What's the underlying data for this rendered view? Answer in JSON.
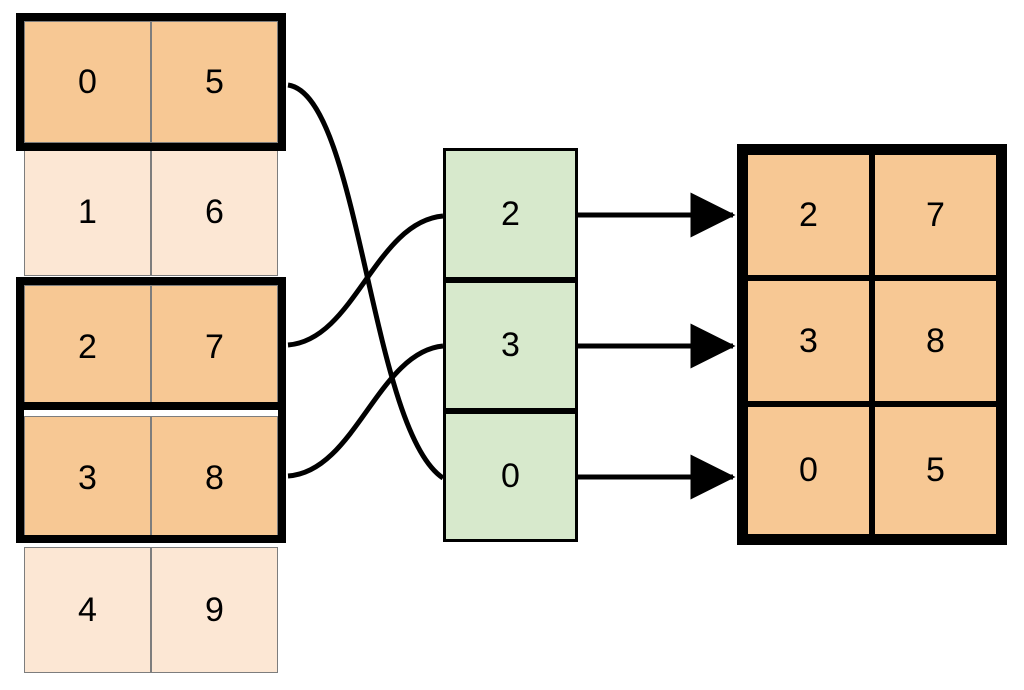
{
  "palette": {
    "highlight_fill": "#f7c894",
    "normal_fill": "#fce7d4",
    "mid_fill": "#d7e9cc",
    "stroke": "#000000",
    "thin_stroke": "#7d7d7d",
    "background": "#ffffff"
  },
  "diagram": {
    "type": "gather-rows-by-index",
    "source_table": {
      "name": "source-table",
      "columns": 2,
      "rows": [
        {
          "index": 0,
          "cells": [
            "0",
            "5"
          ],
          "highlighted": true
        },
        {
          "index": 1,
          "cells": [
            "1",
            "6"
          ],
          "highlighted": false
        },
        {
          "index": 2,
          "cells": [
            "2",
            "7"
          ],
          "highlighted": true
        },
        {
          "index": 3,
          "cells": [
            "3",
            "8"
          ],
          "highlighted": true
        },
        {
          "index": 4,
          "cells": [
            "4",
            "9"
          ],
          "highlighted": false
        }
      ]
    },
    "index_vector": {
      "name": "index-vector",
      "values": [
        "2",
        "3",
        "0"
      ]
    },
    "result_table": {
      "name": "result-table",
      "columns": 2,
      "rows": [
        {
          "cells": [
            "2",
            "7"
          ]
        },
        {
          "cells": [
            "3",
            "8"
          ]
        },
        {
          "cells": [
            "0",
            "5"
          ]
        }
      ]
    },
    "links": [
      {
        "from_row": 0,
        "to_index_slot": 2,
        "label": "source-row-0-to-slot-2"
      },
      {
        "from_row": 2,
        "to_index_slot": 0,
        "label": "source-row-2-to-slot-0"
      },
      {
        "from_row": 3,
        "to_index_slot": 1,
        "label": "source-row-3-to-slot-1"
      }
    ],
    "arrows": [
      {
        "from_index_slot": 0,
        "to_result_row": 0
      },
      {
        "from_index_slot": 1,
        "to_result_row": 1
      },
      {
        "from_index_slot": 2,
        "to_result_row": 2
      }
    ]
  }
}
